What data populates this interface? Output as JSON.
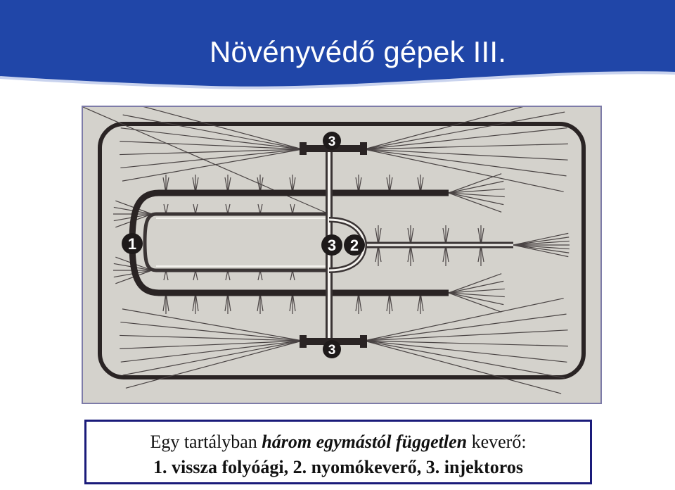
{
  "slide": {
    "title": "Növényvédő gépek III.",
    "colors": {
      "title_band": "#2046a8",
      "caption_border": "#1a1b7a",
      "diagram_bg": "#d4d2cc"
    }
  },
  "diagram": {
    "markers": [
      "1",
      "2",
      "3",
      "3",
      "3"
    ]
  },
  "caption": {
    "line1_prefix": "Egy tartályban ",
    "line1_emphasis": "három egymástól független",
    "line1_suffix": " keverő:",
    "line2": "1. vissza folyóági, 2. nyomókeverő, 3. injektoros"
  }
}
